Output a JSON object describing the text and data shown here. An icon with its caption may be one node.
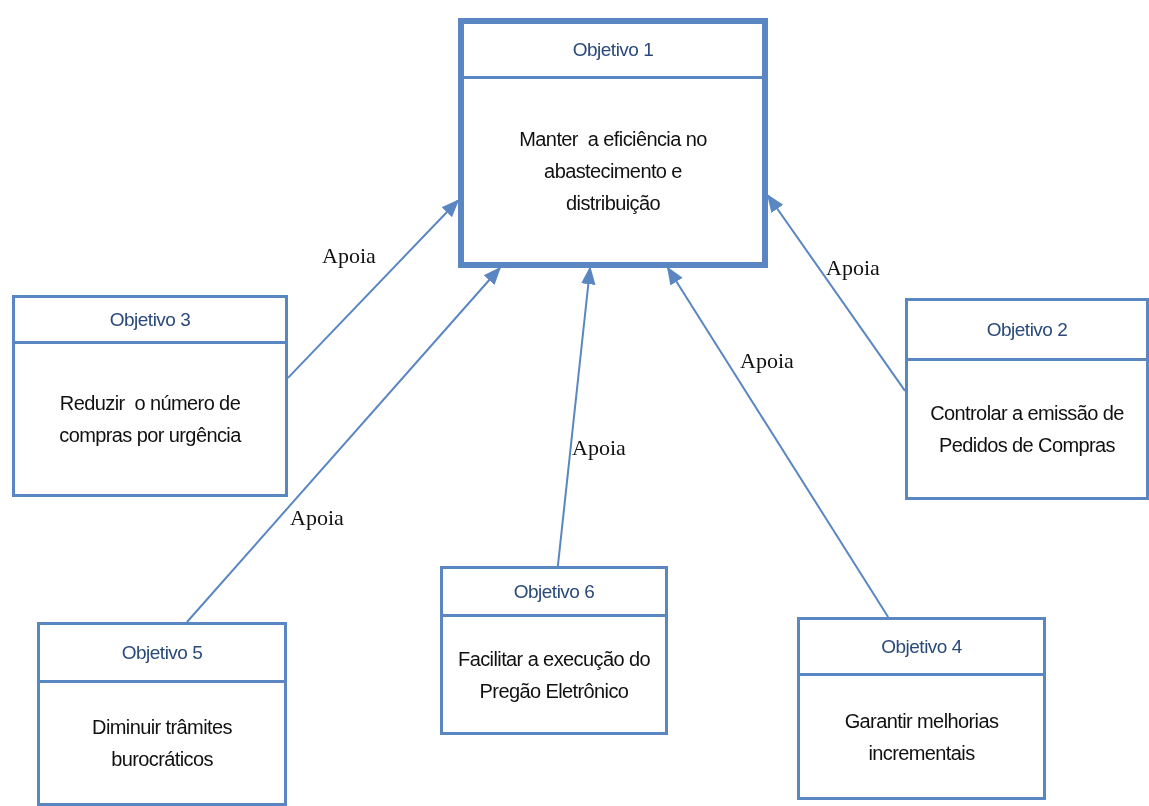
{
  "diagram": {
    "nodes": [
      {
        "text": [
          "Objetivo 1",
          "Manter  a eficiência no abastecimento e  distribuição"
        ]
      },
      {
        "text": [
          "Objetivo 3",
          "Reduzir  o número de compras por urgência"
        ]
      },
      {
        "text": [
          "Objetivo 2",
          "Controlar a emissão de Pedidos de Compras"
        ]
      },
      {
        "text": [
          "Objetivo 5",
          "Diminuir trâmites burocráticos"
        ]
      },
      {
        "text": [
          "Objetivo 6",
          "Facilitar a execução do Pregão Eletrônico"
        ]
      },
      {
        "text": [
          "Objetivo 4",
          "Garantir melhorias incrementais"
        ]
      }
    ],
    "edges": [
      {
        "from": 1,
        "to": 0,
        "arrow": "to",
        "label": "Apoia"
      },
      {
        "from": 3,
        "to": 0,
        "arrow": "to",
        "label": "Apoia"
      },
      {
        "from": 4,
        "to": 0,
        "arrow": "to",
        "label": "Apoia"
      },
      {
        "from": 5,
        "to": 0,
        "arrow": "to",
        "label": "Apoia"
      },
      {
        "from": 2,
        "to": 0,
        "arrow": "to",
        "label": "Apoia"
      }
    ]
  }
}
